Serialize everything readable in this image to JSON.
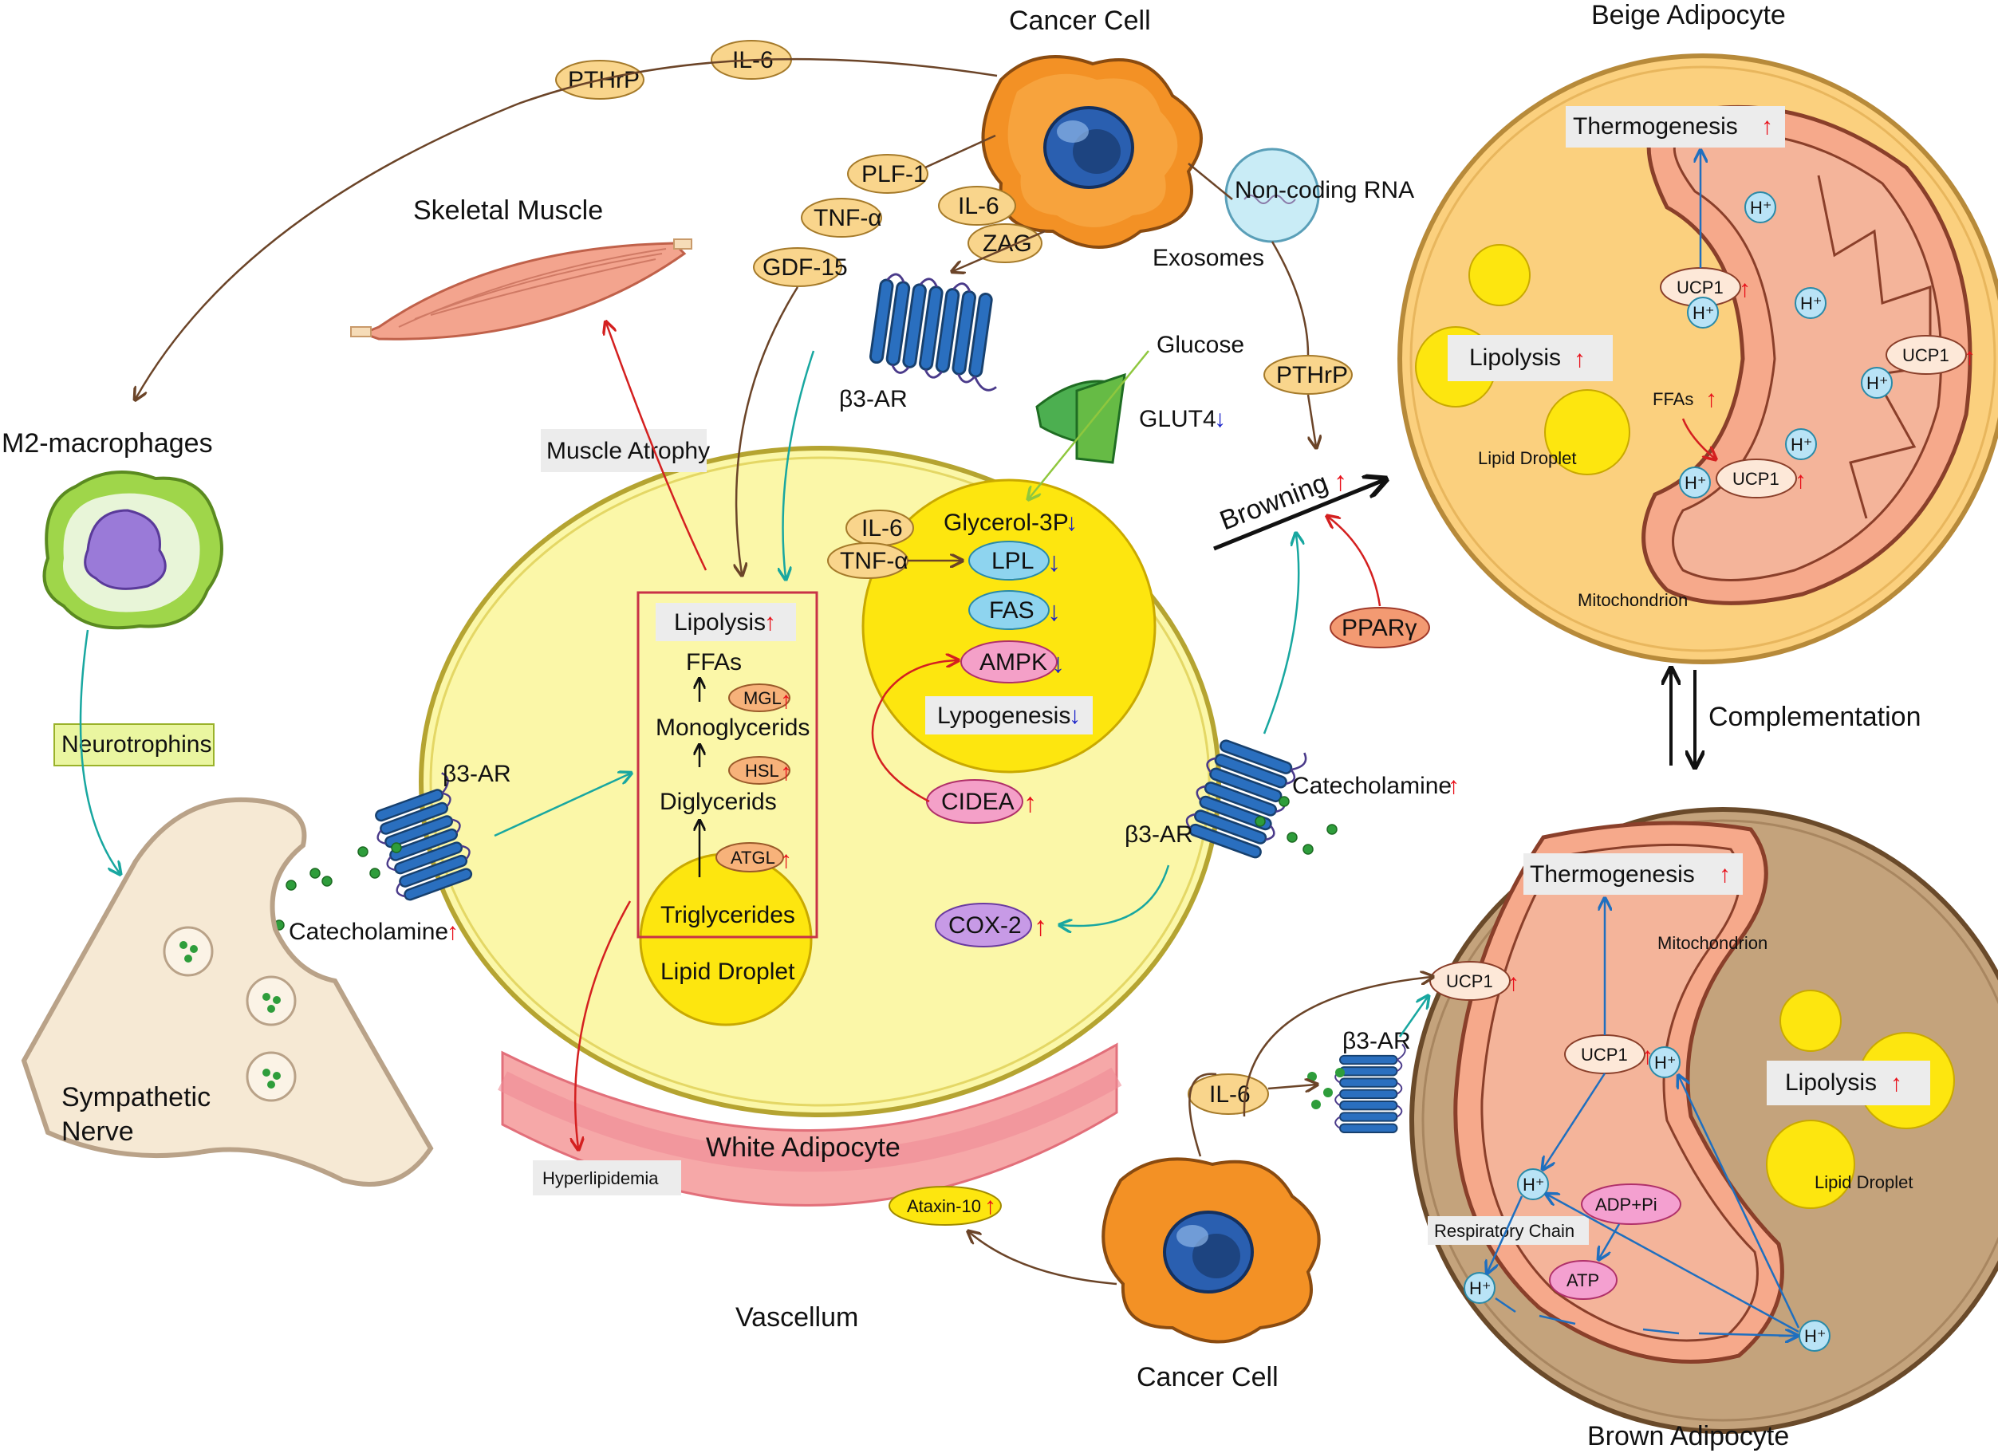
{
  "titles": {
    "cancer_cell_top": "Cancer Cell",
    "cancer_cell_bottom": "Cancer Cell",
    "beige_adipocyte": "Beige Adipocyte",
    "brown_adipocyte": "Brown Adipocyte",
    "white_adipocyte": "White Adipocyte",
    "skeletal_muscle": "Skeletal Muscle",
    "m2_macrophages": "M2-macrophages",
    "sympathetic_nerve_1": "Sympathetic",
    "sympathetic_nerve_2": "Nerve",
    "vascellum": "Vascellum"
  },
  "factors": {
    "pthrp_top": "PTHrP",
    "il6_top": "IL-6",
    "plf1": "PLF-1",
    "tnfa_top": "TNF-α",
    "gdf15": "GDF-15",
    "il6_mid": "IL-6",
    "zag": "ZAG",
    "noncoding_rna": "Non-coding RNA",
    "exosomes": "Exosomes",
    "pthrp_right": "PTHrP",
    "ppar": "PPARγ",
    "il6_inner": "IL-6",
    "tnfa_inner": "TNF-α",
    "il6_bottom": "IL-6",
    "neurotrophins": "Neurotrophins"
  },
  "white_cell": {
    "muscle_atrophy": "Muscle Atrophy",
    "b3ar_top": "β3-AR",
    "b3ar_left": "β3-AR",
    "b3ar_right": "β3-AR",
    "glucose": "Glucose",
    "glut4": "GLUT4",
    "lipolysis": "Lipolysis",
    "ffas": "FFAs",
    "mgl": "MGL",
    "monoglycerids": "Monoglycerids",
    "hsl": "HSL",
    "diglycerids": "Diglycerids",
    "atgl": "ATGL",
    "triglycerides": "Triglycerides",
    "lipid_droplet": "Lipid Droplet",
    "glycerol3p": "Glycerol-3P",
    "lpl": "LPL",
    "fas": "FAS",
    "ampk": "AMPK",
    "lypogenesis": "Lypogenesis",
    "cidea": "CIDEA",
    "cox2": "COX-2",
    "catecholamine_left": "Catecholamine",
    "catecholamine_right": "Catecholamine",
    "hyperlipidemia": "Hyperlipidemia",
    "ataxin10": "Ataxin-10"
  },
  "arrows": {
    "up": "↑",
    "down": "↓",
    "browning": "Browning",
    "complementation": "Complementation"
  },
  "beige": {
    "thermogenesis": "Thermogenesis",
    "lipolysis": "Lipolysis",
    "lipid_droplet": "Lipid Droplet",
    "ffas": "FFAs",
    "ucp1": "UCP1",
    "h": "H⁺",
    "mitochondrion": "Mitochondrion"
  },
  "brown": {
    "thermogenesis": "Thermogenesis",
    "mitochondrion": "Mitochondrion",
    "ucp1": "UCP1",
    "b3ar": "β3-AR",
    "lipolysis": "Lipolysis",
    "lipid_droplet": "Lipid Droplet",
    "adp_pi": "ADP+Pi",
    "respiratory_chain": "Respiratory Chain",
    "atp": "ATP",
    "h": "H⁺"
  },
  "colors": {
    "white_cell_fill": "#fbf7a8",
    "lipid_yellow": "#fde60f",
    "beige_fill": "#fbd07e",
    "brown_fill": "#c4a37c",
    "mito_fill": "#f6a98b",
    "orange_factor": "#f9d58c",
    "receptor_blue": "#2a6fbf",
    "arrow_red": "#d42020",
    "arrow_teal": "#18a7a0",
    "arrow_brown": "#6b4428",
    "arrow_blue": "#1f6fbf"
  }
}
